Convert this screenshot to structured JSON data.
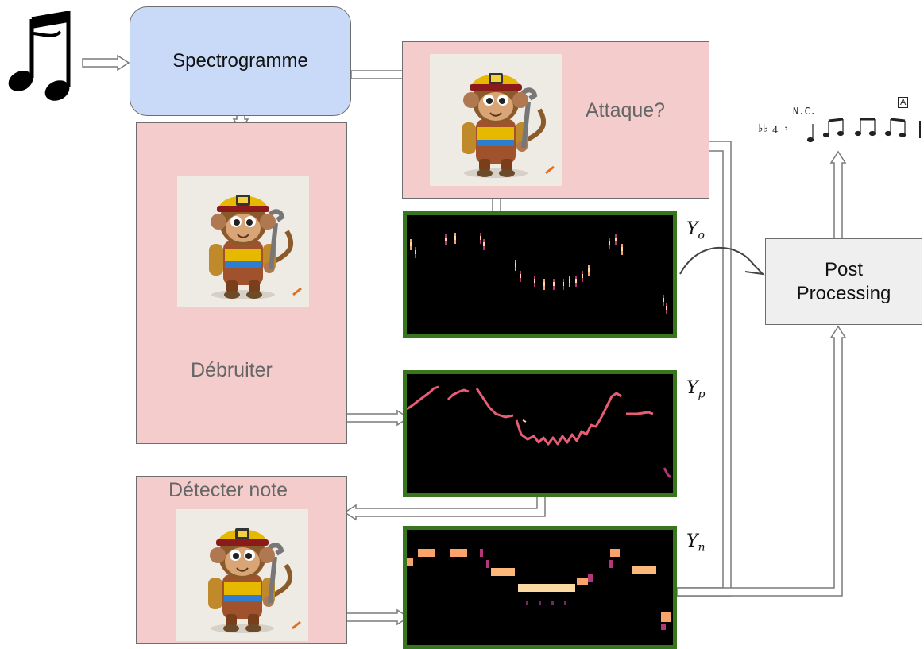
{
  "spectrogram_label": "Spectrogramme",
  "onset_label": "Attaque?",
  "denoise_label": "Débruiter",
  "note_label": "Détecter note",
  "post_processing_label": "Post Processing",
  "output_labels": {
    "onset": "Y",
    "onset_sub": "o",
    "pitch": "Y",
    "pitch_sub": "p",
    "note": "Y",
    "note_sub": "n"
  },
  "score": {
    "chord_symbol": "N.C.",
    "rehearsal_mark": "A"
  },
  "icons": [
    "music-note-icon",
    "monkey-mechanic-icon"
  ],
  "colors": {
    "process_box": "#f4cccc",
    "spectrogram_box": "#c9daf8",
    "post_box": "#efefef",
    "heatmap_border": "#38761d",
    "heat_low": "#000000",
    "heat_high": "#fcffa4"
  }
}
